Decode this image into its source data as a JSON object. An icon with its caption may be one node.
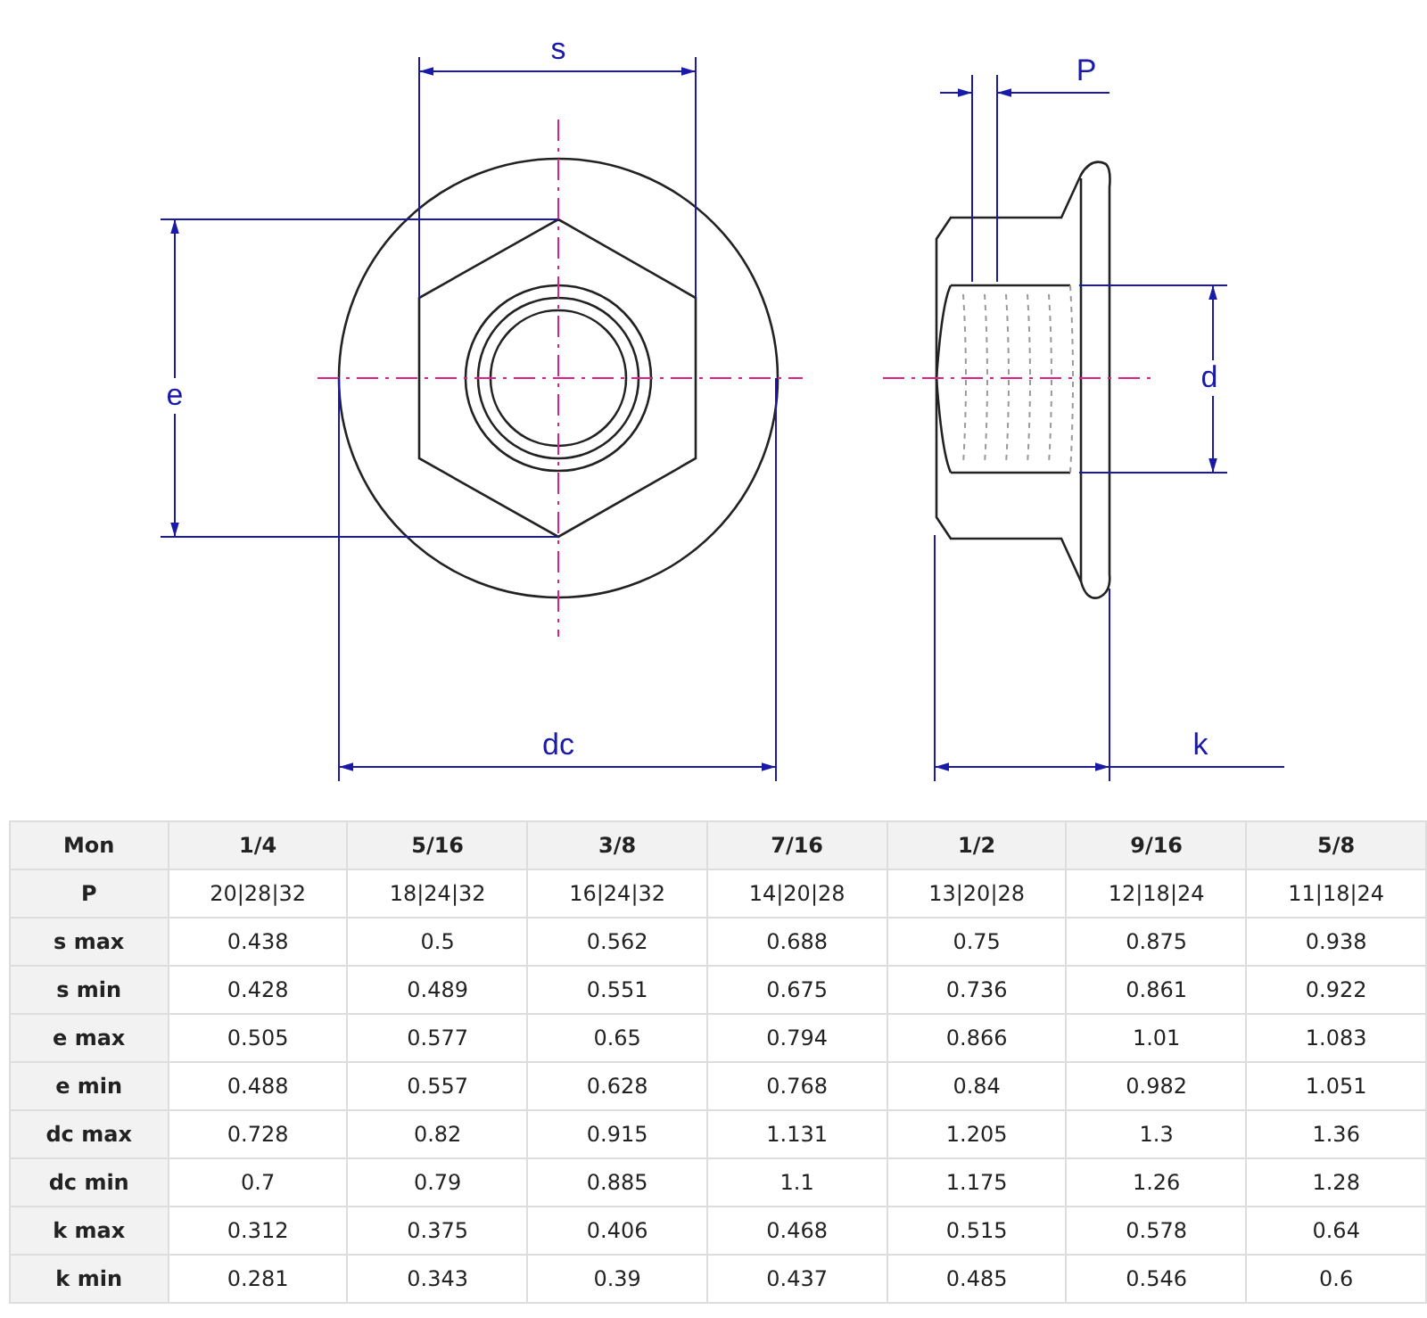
{
  "diagram": {
    "labels": [
      "s",
      "P",
      "e",
      "d",
      "dc",
      "k",
      "Mon",
      "1/4",
      "5/16",
      "3/8",
      "7/16",
      "1/2",
      "9/16",
      "5/8",
      "P",
      "20|28|32",
      "18|24|32",
      "16|24|32",
      "14|20|28",
      "13|20|28",
      "12|18|24",
      "11|18|24",
      "s max",
      "0.438",
      "0.5",
      "0.562",
      "0.688",
      "0.75",
      "0.875",
      "0.938",
      "s min",
      "0.428",
      "0.489",
      "0.551",
      "0.675",
      "0.736",
      "0.861",
      "0.922",
      "e max",
      "0.505",
      "0.577",
      "0.65",
      "0.794",
      "0.866",
      "1.01",
      "1.083",
      "e min",
      "0.488",
      "0.557",
      "0.628",
      "0.768",
      "0.84",
      "0.982",
      "1.051",
      "dc max",
      "0.728",
      "0.82",
      "0.915",
      "1.131",
      "1.205",
      "1.3",
      "1.36",
      "dc min",
      "0.7",
      "0.79",
      "0.885",
      "1.1",
      "1.175",
      "1.26",
      "1.28",
      "k max",
      "0.312",
      "0.375",
      "0.406",
      "0.468",
      "0.515",
      "0.578",
      "0.64",
      "k min",
      "0.281",
      "0.343",
      "0.39",
      "0.437",
      "0.485",
      "0.546",
      "0.6"
    ]
  }
}
